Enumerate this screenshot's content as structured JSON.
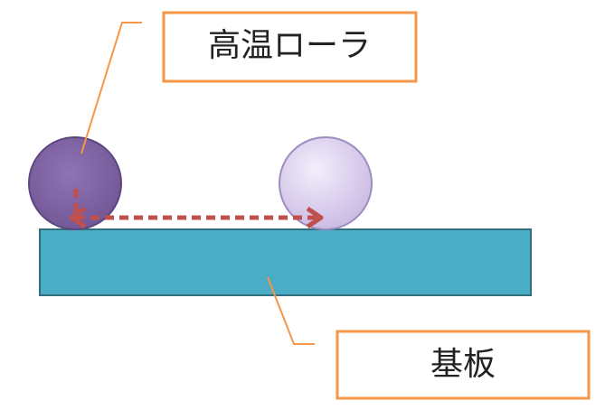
{
  "labels": {
    "roller": "高温ローラ",
    "substrate": "基板"
  },
  "colors": {
    "callout_border": "#f79646",
    "leader_line": "#f79646",
    "substrate_fill": "#4bacc6",
    "substrate_stroke": "#2f6f80",
    "roller_dark_fill": "#8064a2",
    "roller_dark_stroke": "#5c4680",
    "roller_light_fill": "#ddd3ef",
    "roller_light_stroke": "#9d8cc0",
    "motion_arrow": "#c0504d"
  },
  "icons": {
    "motion": "dashed-arrow-right"
  }
}
